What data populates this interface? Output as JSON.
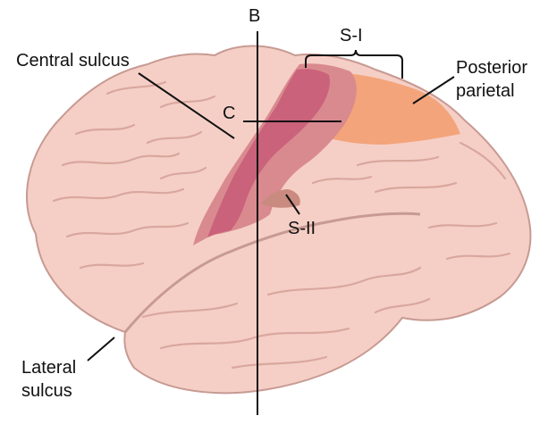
{
  "labels": {
    "b": "B",
    "c": "C",
    "s1": "S-I",
    "s2": "S-II",
    "central_sulcus": "Central sulcus",
    "posterior_parietal_line1": "Posterior",
    "posterior_parietal_line2": "parietal",
    "lateral_sulcus_line1": "Lateral",
    "lateral_sulcus_line2": "sulcus"
  },
  "colors": {
    "brain_fill": "#f5cfc6",
    "brain_outline": "#c79a92",
    "sulcus": "#d9a79d",
    "s1_strip_dark": "#c9627a",
    "s1_strip_mid": "#d98a8f",
    "posterior_parietal": "#f2a173",
    "s2_region": "#c98a80",
    "line": "#111111"
  }
}
